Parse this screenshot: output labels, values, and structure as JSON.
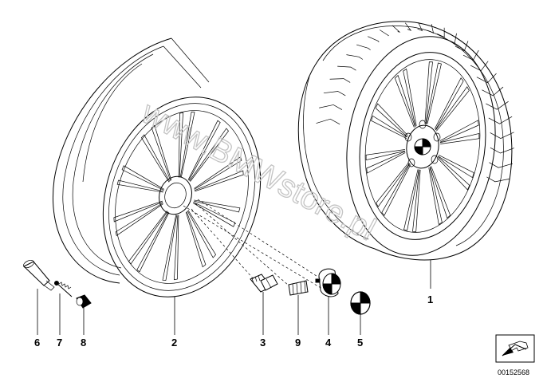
{
  "diagram": {
    "callouts": [
      {
        "id": "6",
        "label": "6",
        "part": "valve-stem"
      },
      {
        "id": "7",
        "label": "7",
        "part": "valve-core"
      },
      {
        "id": "8",
        "label": "8",
        "part": "valve-cap"
      },
      {
        "id": "2",
        "label": "2",
        "part": "alloy-rim"
      },
      {
        "id": "3",
        "label": "3",
        "part": "wheel-bolt"
      },
      {
        "id": "9",
        "label": "9",
        "part": "balance-weight"
      },
      {
        "id": "4",
        "label": "4",
        "part": "hub-cap"
      },
      {
        "id": "5",
        "label": "5",
        "part": "emblem"
      },
      {
        "id": "1",
        "label": "1",
        "part": "complete-wheel"
      }
    ],
    "watermark": "www.BMWstore.pl",
    "document_id": "00152568",
    "colors": {
      "line": "#000000",
      "watermark": "#c4c4c4",
      "background": "#ffffff"
    }
  }
}
